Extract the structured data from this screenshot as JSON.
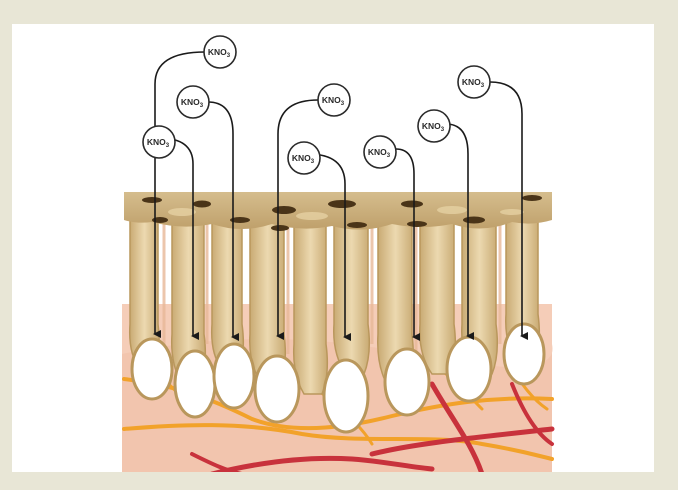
{
  "diagram": {
    "molecule_label": "KNO",
    "molecule_subscript": "3",
    "molecules": [
      {
        "id": "m1",
        "label": "KNO",
        "sub": "3"
      },
      {
        "id": "m2",
        "label": "KNO",
        "sub": "3"
      },
      {
        "id": "m3",
        "label": "KNO",
        "sub": "3"
      },
      {
        "id": "m4",
        "label": "KNO",
        "sub": "3"
      },
      {
        "id": "m5",
        "label": "KNO",
        "sub": "3"
      },
      {
        "id": "m6",
        "label": "KNO",
        "sub": "3"
      },
      {
        "id": "m7",
        "label": "KNO",
        "sub": "3"
      },
      {
        "id": "m8",
        "label": "KNO",
        "sub": "3"
      }
    ],
    "colors": {
      "page_background": "#e8e6d6",
      "figure_background": "#ffffff",
      "epithelium_top": "#c9ad7c",
      "epithelium_pores": "#4a3418",
      "cell_fill": "#dcc594",
      "cell_outline": "#b9975c",
      "bulb_fill": "#ffffff",
      "tissue": "#f5cdb8",
      "nerve_orange": "#f2a22a",
      "vessel_red": "#c8323c",
      "arrow": "#1a1a1a"
    }
  }
}
